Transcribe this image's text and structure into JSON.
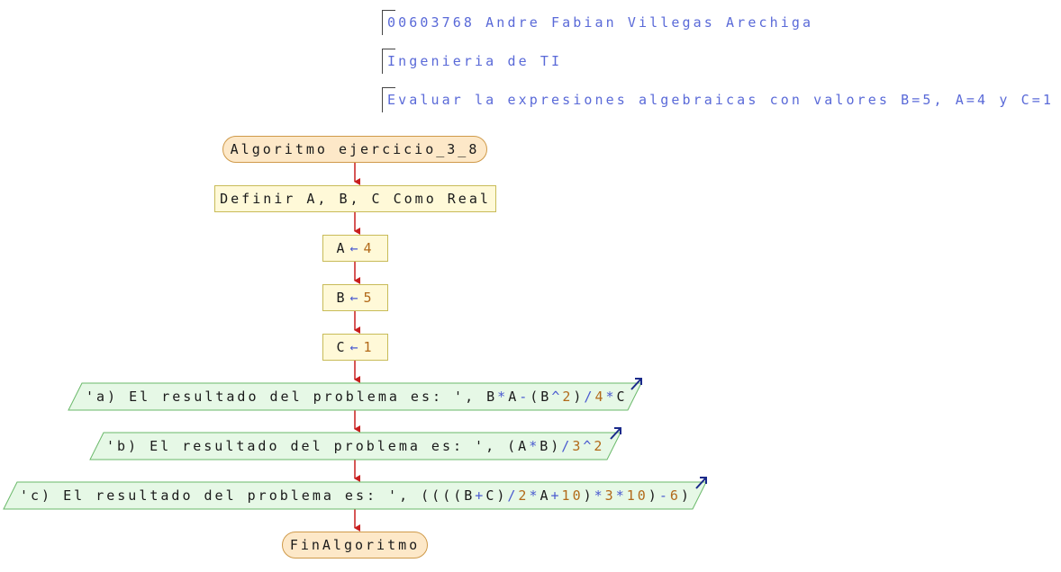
{
  "comments": [
    "00603768 Andre Fabian Villegas Arechiga",
    "Ingenieria de TI",
    "Evaluar la expresiones algebraicas con valores B=5, A=4 y C=1"
  ],
  "start": "Algoritmo ejercicio_3_8",
  "define": "Definir A, B, C Como Real",
  "assignments": [
    {
      "var": "A",
      "arrow": "←",
      "value": "4"
    },
    {
      "var": "B",
      "arrow": "←",
      "value": "5"
    },
    {
      "var": "C",
      "arrow": "←",
      "value": "1"
    }
  ],
  "outputs": [
    {
      "text": "'a) El resultado del problema es: ', ",
      "expr": "B*A-(B^2)/4*C"
    },
    {
      "text": "'b) El resultado del problema es: ', ",
      "expr": "(A*B)/3^2"
    },
    {
      "text": "'c) El resultado del problema es: ', ",
      "expr": "((((B+C)/2*A+10)*3*10)-6)"
    }
  ],
  "end": "FinAlgoritmo",
  "colors": {
    "arrow": "#c81e1e",
    "terminal_fill": "#fde8c8",
    "process_fill": "#fff9d8",
    "output_fill": "#e6f8e6",
    "comment_text": "#5a6ad8"
  }
}
